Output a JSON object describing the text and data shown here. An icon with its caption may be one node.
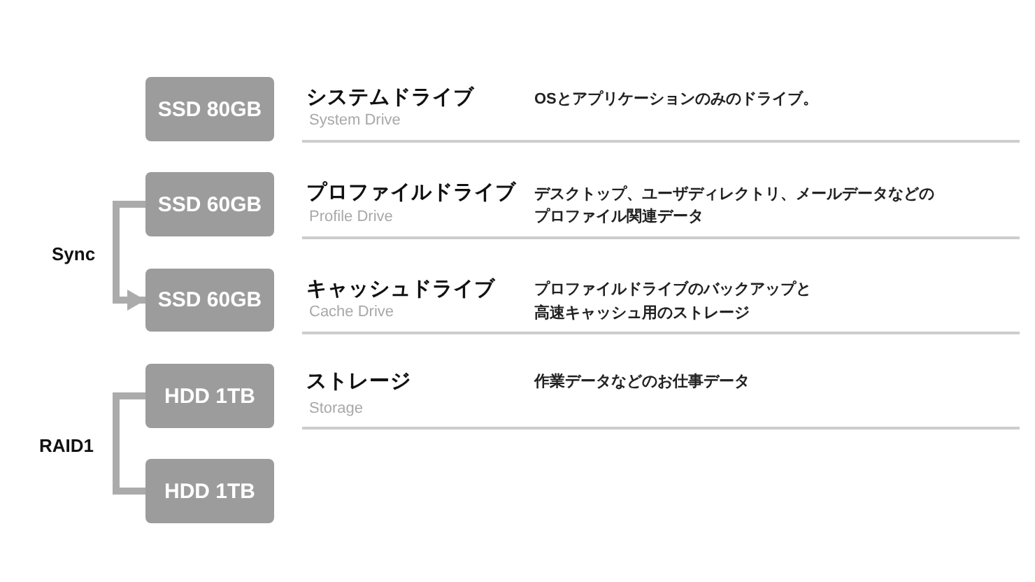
{
  "diagram": {
    "nodes": [
      {
        "text": [
          "SSD 80GB"
        ]
      },
      {
        "text": [
          "SSD 60GB"
        ]
      },
      {
        "text": [
          "SSD 60GB"
        ]
      },
      {
        "text": [
          "HDD 1TB"
        ]
      },
      {
        "text": [
          "HDD 1TB"
        ]
      }
    ],
    "edges": [
      {
        "from": 1,
        "to": 2,
        "arrow": "to",
        "label": "Sync"
      },
      {
        "from": 3,
        "to": 4,
        "arrow": "none",
        "label": "RAID1"
      }
    ],
    "labels": [
      "システムドライブ",
      "System Drive",
      "OSとアプリケーションのみのドライブ。",
      "プロファイルドライブ",
      "Profile Drive",
      "デスクトップ、ユーザディレクトリ、メールデータなどのプロファイル関連データ",
      "キャッシュドライブ",
      "Cache Drive",
      "プロファイルドライブのバックアップと高速キャッシュ用のストレージ",
      "ストレージ",
      "Storage",
      "作業データなどのお仕事データ"
    ]
  }
}
